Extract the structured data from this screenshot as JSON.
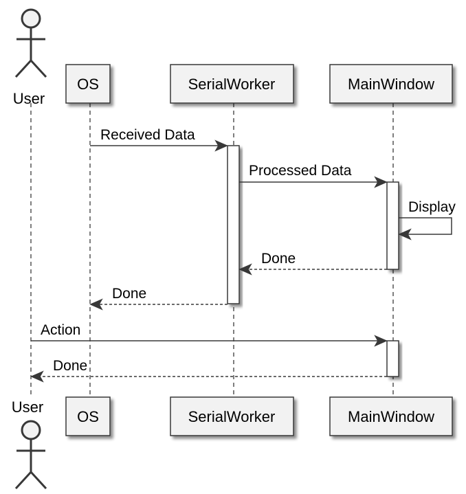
{
  "participants": [
    {
      "id": "user",
      "type": "actor",
      "label": "User"
    },
    {
      "id": "os",
      "type": "participant",
      "label": "OS"
    },
    {
      "id": "serialworker",
      "type": "participant",
      "label": "SerialWorker"
    },
    {
      "id": "mainwindow",
      "type": "participant",
      "label": "MainWindow"
    }
  ],
  "messages": [
    {
      "from": "os",
      "to": "serialworker",
      "label": "Received Data",
      "style": "solid"
    },
    {
      "from": "serialworker",
      "to": "mainwindow",
      "label": "Processed Data",
      "style": "solid"
    },
    {
      "from": "mainwindow",
      "to": "mainwindow",
      "label": "Display",
      "style": "solid"
    },
    {
      "from": "mainwindow",
      "to": "serialworker",
      "label": "Done",
      "style": "dashed"
    },
    {
      "from": "serialworker",
      "to": "os",
      "label": "Done",
      "style": "dashed"
    },
    {
      "from": "user",
      "to": "mainwindow",
      "label": "Action",
      "style": "solid"
    },
    {
      "from": "mainwindow",
      "to": "user",
      "label": "Done",
      "style": "dashed"
    }
  ],
  "colors": {
    "participant_fill": "#f2f2f2",
    "line": "#383838",
    "text": "#000000",
    "activation_fill": "#ffffff"
  }
}
